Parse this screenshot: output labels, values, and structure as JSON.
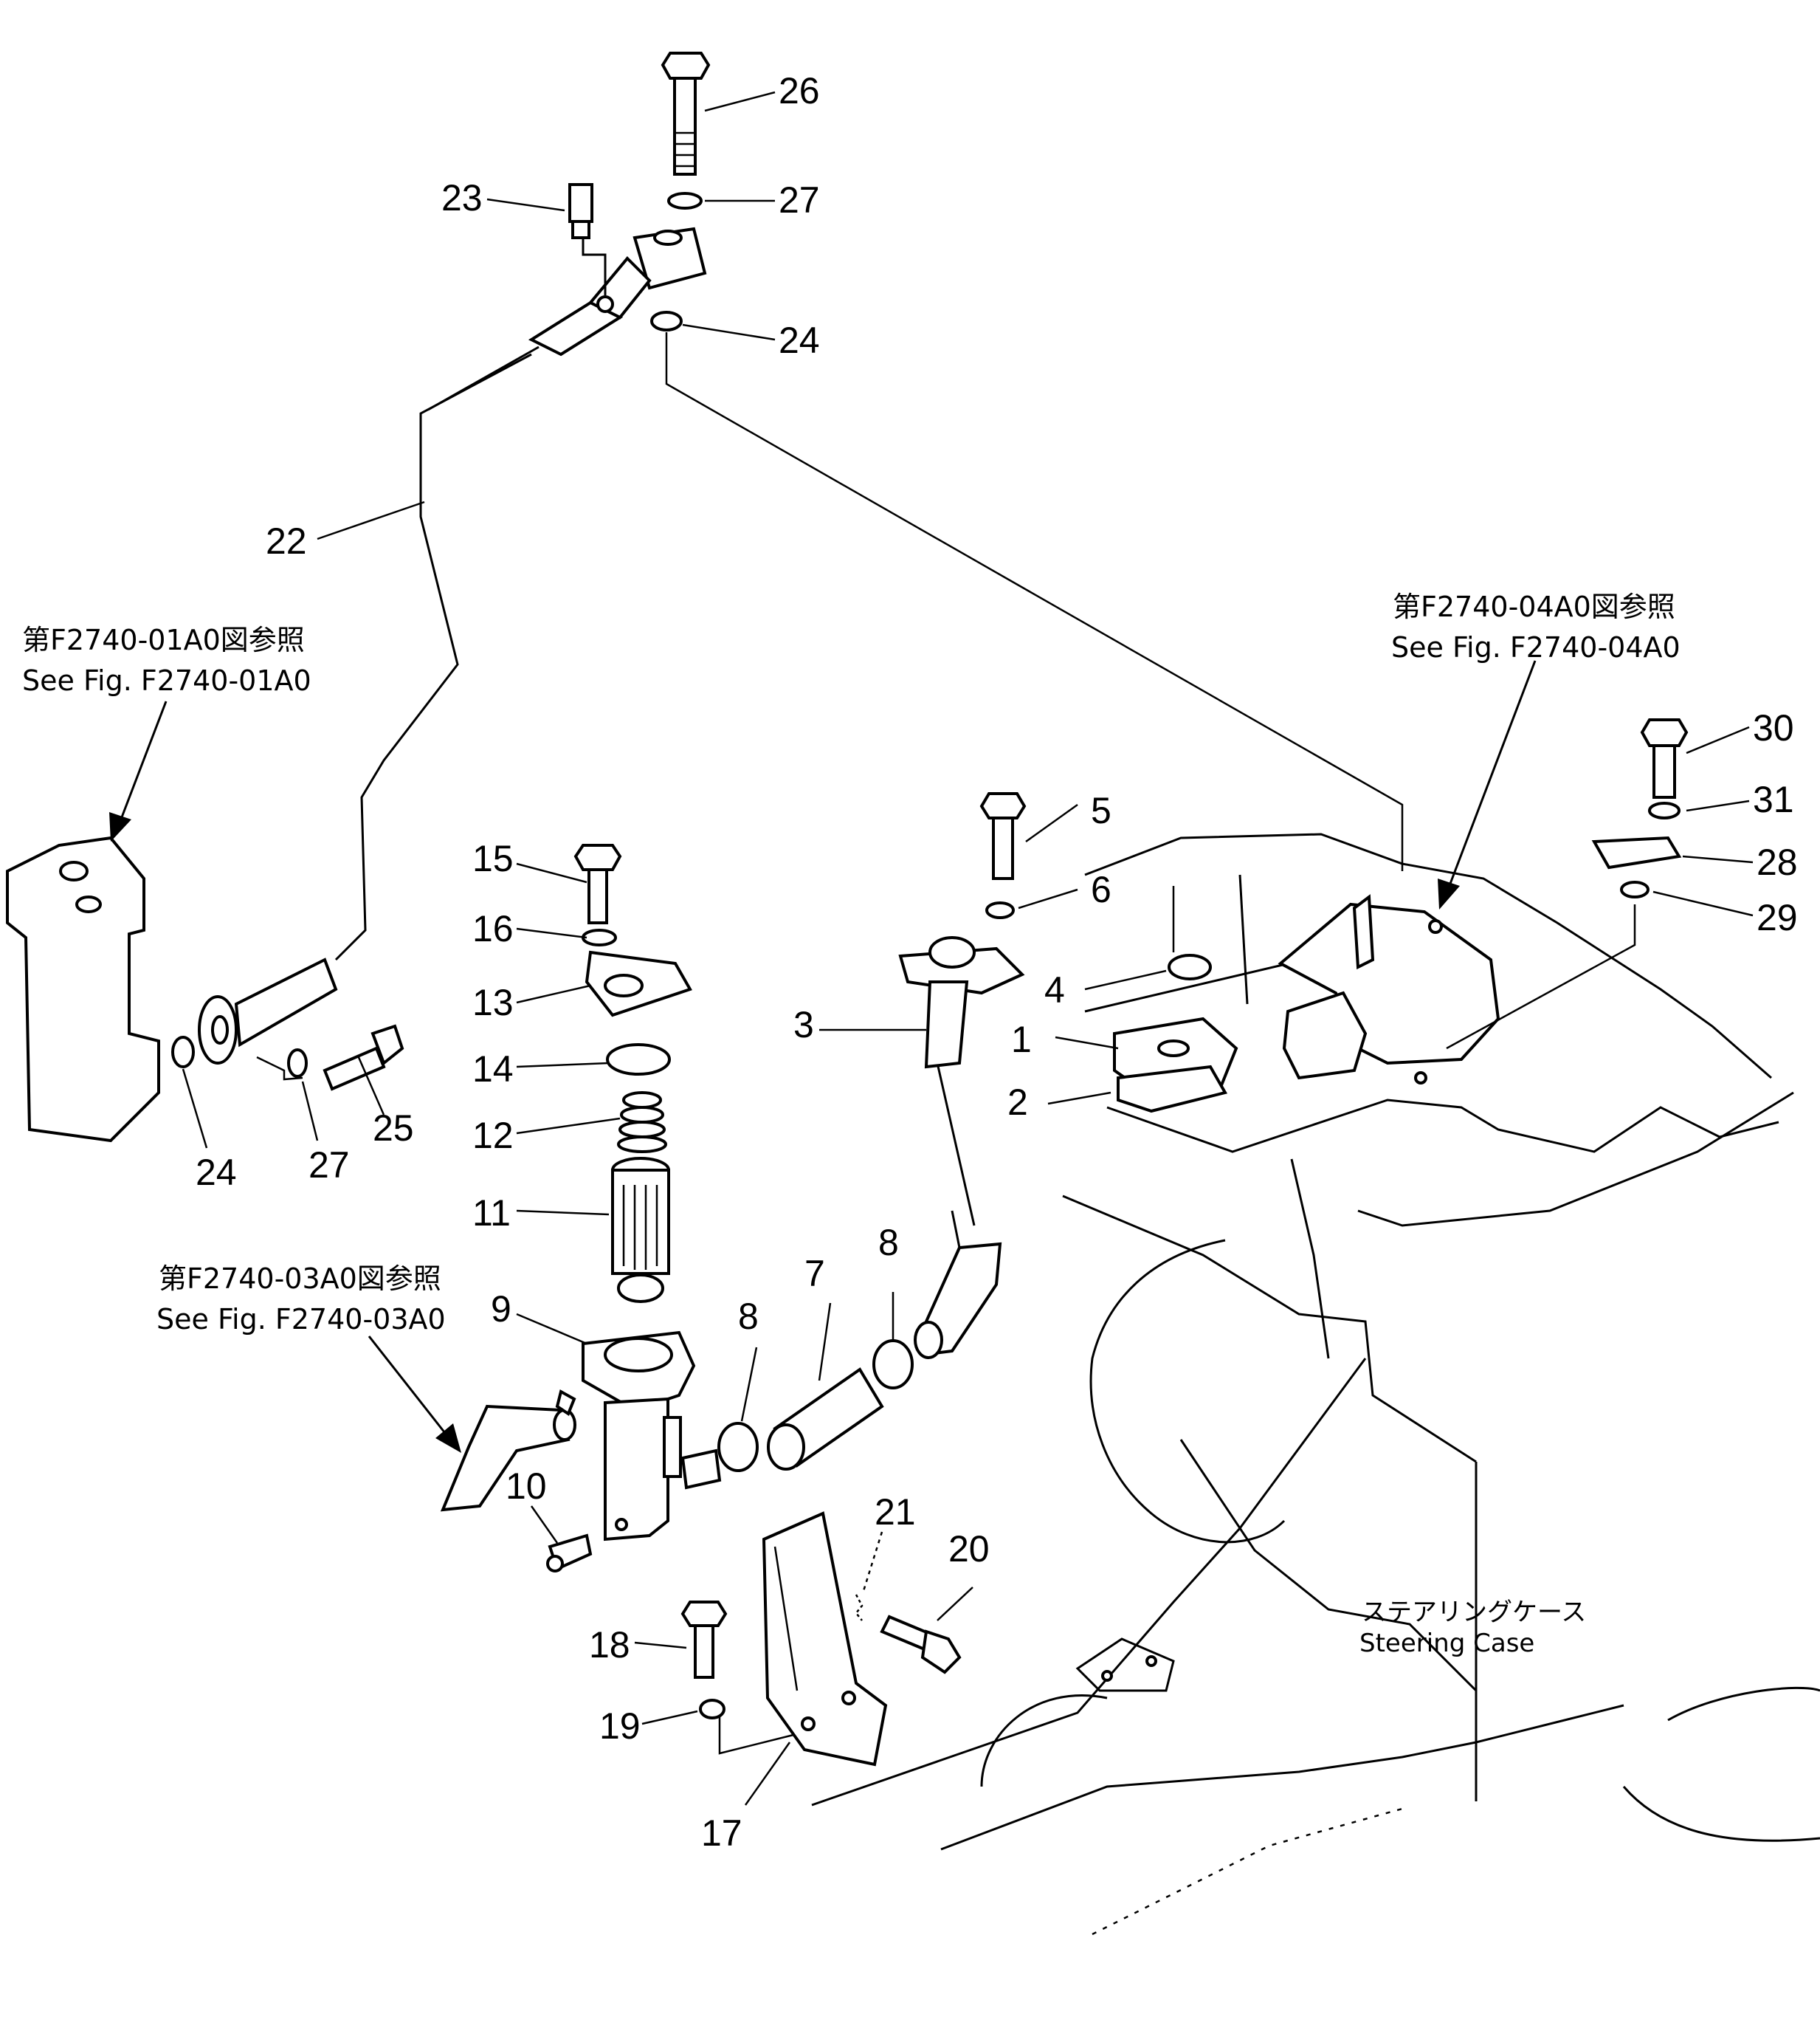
{
  "callouts": [
    "1",
    "2",
    "3",
    "4",
    "5",
    "6",
    "7",
    "8",
    "8",
    "9",
    "10",
    "11",
    "12",
    "13",
    "14",
    "15",
    "16",
    "17",
    "18",
    "19",
    "20",
    "21",
    "22",
    "23",
    "24",
    "24",
    "25",
    "26",
    "27",
    "27",
    "28",
    "29",
    "30",
    "31"
  ],
  "refs": {
    "ref1": {
      "jp": "第F2740-01A0図参照",
      "en": "See Fig. F2740-01A0"
    },
    "ref3": {
      "jp": "第F2740-03A0図参照",
      "en": "See Fig. F2740-03A0"
    },
    "ref4": {
      "jp": "第F2740-04A0図参照",
      "en": "See Fig. F2740-04A0"
    }
  },
  "steering_case": {
    "jp": "ステアリングケース",
    "en": "Steering  Case"
  }
}
